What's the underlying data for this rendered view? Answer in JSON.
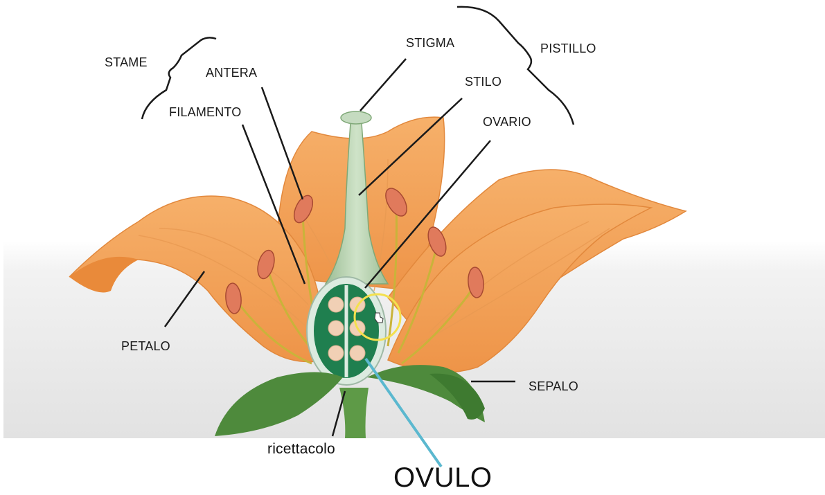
{
  "labels": {
    "stame": "STAME",
    "antera": "ANTERA",
    "filamento": "FILAMENTO",
    "stigma": "STIGMA",
    "stilo": "STILO",
    "ovario": "OVARIO",
    "pistillo": "PISTILLO",
    "petalo": "PETALO",
    "sepalo": "SEPALO",
    "ricettacolo": "ricettacolo",
    "ovulo": "OVULO"
  },
  "colors": {
    "petal": "#f2a35a",
    "petal_dark": "#e48a3b",
    "anther": "#e07a5c",
    "filament": "#c9b33a",
    "ovary_green": "#1f7f4f",
    "ovule": "#f1d0b5",
    "leaf": "#4e8a3c",
    "pointer_line": "#5bb8cf",
    "highlight_circle": "#f4e04d"
  }
}
